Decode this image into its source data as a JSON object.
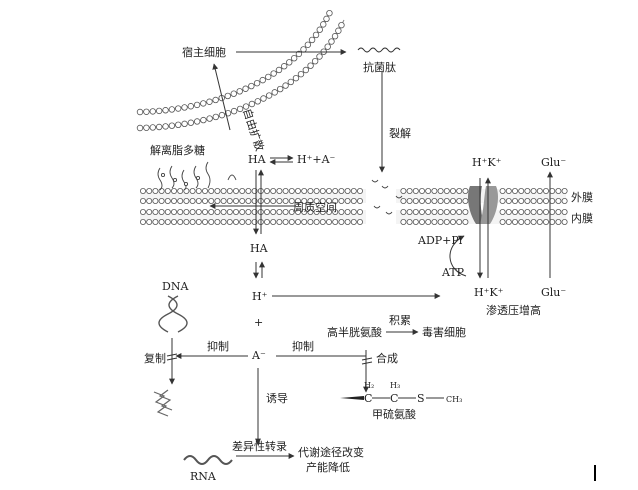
{
  "labels": {
    "host_cell": "宿主细胞",
    "antimicrobial_peptide": "抗菌肽",
    "free_diffusion": "自由扩散",
    "cleavage": "裂解",
    "lps_dissociation": "解离脂多糖",
    "ha_top": "HA",
    "h_plus_a_minus": "H⁺+A⁻",
    "periplasm": "周质空间",
    "outer_membrane": "外膜",
    "inner_membrane": "内膜",
    "hk_top": "H⁺K⁺",
    "glu_top": "Glu⁻",
    "adp_pi": "ADP+Pi",
    "atp": "ATP",
    "ha_mid": "HA",
    "dna": "DNA",
    "h_plus": "H⁺",
    "hk_bottom": "H⁺K⁺",
    "glu_bottom": "Glu⁻",
    "osmotic_increase": "渗透压增高",
    "plus": "+",
    "accumulate": "积累",
    "homocysteine": "高半胱氨酸",
    "toxic_cell": "毒害细胞",
    "inhibit_left": "抑制",
    "inhibit_right": "抑制",
    "a_minus": "A⁻",
    "replication": "复制",
    "synthesis": "合成",
    "h2": "H₂",
    "h3": "H₃",
    "c1": "C",
    "c2": "C",
    "s": "S",
    "ch3": "CH₃",
    "methionine": "甲硫氨酸",
    "induce": "诱导",
    "differential_transcription": "差异性转录",
    "metabolic_change": "代谢途径改变",
    "productivity_down": "产能降低",
    "rna": "RNA"
  }
}
